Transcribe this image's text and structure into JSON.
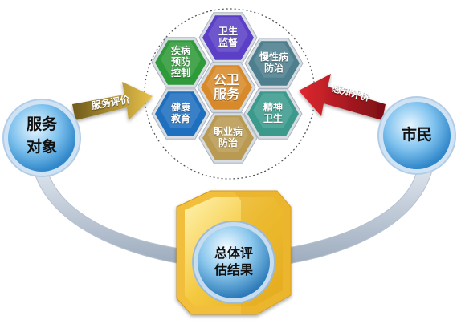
{
  "center": {
    "label": "公卫\n服务"
  },
  "hexagons": [
    {
      "id": "top",
      "label": "卫生\n监督",
      "color": "#5b3fc7"
    },
    {
      "id": "upper-left",
      "label": "疾病\n预防\n控制",
      "color": "#2f9a3a"
    },
    {
      "id": "upper-right",
      "label": "慢性病\n防治",
      "color": "#4d7f8e"
    },
    {
      "id": "lower-left",
      "label": "健康\n教育",
      "color": "#1f6fbf"
    },
    {
      "id": "lower-right",
      "label": "精神\n卫生",
      "color": "#3c9a8c"
    },
    {
      "id": "bottom",
      "label": "职业病\n防治",
      "color": "#b99a52"
    }
  ],
  "center_color": "#d88a2a",
  "left_node": {
    "label": "服务\n对象"
  },
  "right_node": {
    "label": "市民"
  },
  "left_arrow": {
    "label": "服务评价",
    "color": "#a88d2a"
  },
  "right_arrow": {
    "label": "感知评价",
    "color": "#b81c24"
  },
  "result": {
    "label": "总体评\n估结果"
  }
}
